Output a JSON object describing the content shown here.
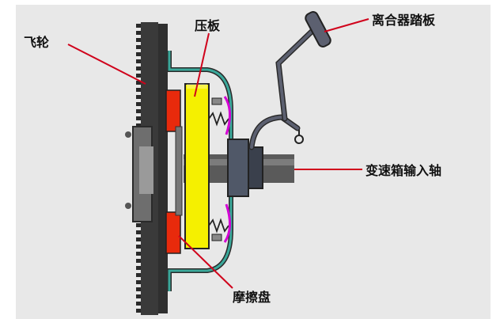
{
  "labels": {
    "flywheel": "飞轮",
    "pressure_plate": "压板",
    "clutch_pedal": "离合器踏板",
    "input_shaft": "变速箱输入轴",
    "friction_disc": "摩擦盘"
  },
  "colors": {
    "background": "#e8e8e8",
    "flywheel": "#3a3a3a",
    "flywheel_hub": "#8a8a8a",
    "housing_outline": "#3aa89a",
    "pressure_plate": "#f5f000",
    "friction_disc": "#e82a0c",
    "spring_accent": "#d400d4",
    "shaft": "#555555",
    "pedal": "#5c6070",
    "leader_line": "#d0021b"
  }
}
